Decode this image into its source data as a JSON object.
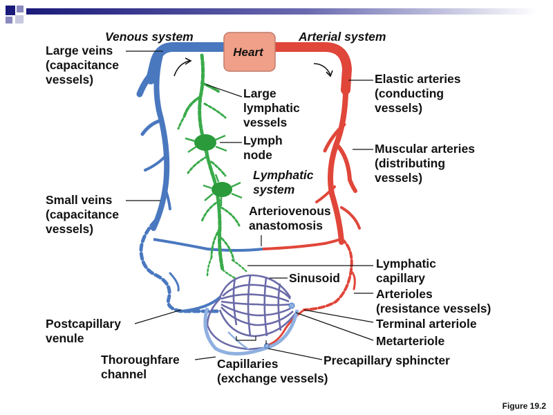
{
  "figure_label": "Figure 19.2",
  "headers": {
    "venous": "Venous system",
    "arterial": "Arterial system",
    "lymphatic": [
      "Lymphatic",
      "system"
    ]
  },
  "heart": "Heart",
  "labels": {
    "large_veins": [
      "Large veins",
      "(capacitance",
      "vessels)"
    ],
    "small_veins": [
      "Small veins",
      "(capacitance",
      "vessels)"
    ],
    "postcapillary_venule": [
      "Postcapillary",
      "venule"
    ],
    "thoroughfare_channel": [
      "Thoroughfare",
      "channel"
    ],
    "capillaries": [
      "Capillaries",
      "(exchange vessels)"
    ],
    "large_lymphatic": [
      "Large",
      "lymphatic",
      "vessels"
    ],
    "lymph_node": [
      "Lymph",
      "node"
    ],
    "av_anastomosis": [
      "Arteriovenous",
      "anastomosis"
    ],
    "sinusoid": "Sinusoid",
    "elastic_arteries": [
      "Elastic arteries",
      "(conducting",
      "vessels)"
    ],
    "muscular_arteries": [
      "Muscular arteries",
      "(distributing",
      "vessels)"
    ],
    "lymphatic_capillary": [
      "Lymphatic",
      "capillary"
    ],
    "arterioles": [
      "Arterioles",
      "(resistance vessels)"
    ],
    "terminal_arteriole": "Terminal arteriole",
    "metarteriole": "Metarteriole",
    "precapillary_sphincter": "Precapillary sphincter"
  },
  "colors": {
    "vein": "#4a78bf",
    "vein_light": "#8fb0e0",
    "artery": "#e0463a",
    "artery_light": "#f08a7a",
    "lymph": "#3aaa4a",
    "lymph_node": "#2a9a3a",
    "capillary_bed": "#6a6aa8",
    "heart": "#f0a088",
    "banner_dark": "#1a1a7a"
  }
}
